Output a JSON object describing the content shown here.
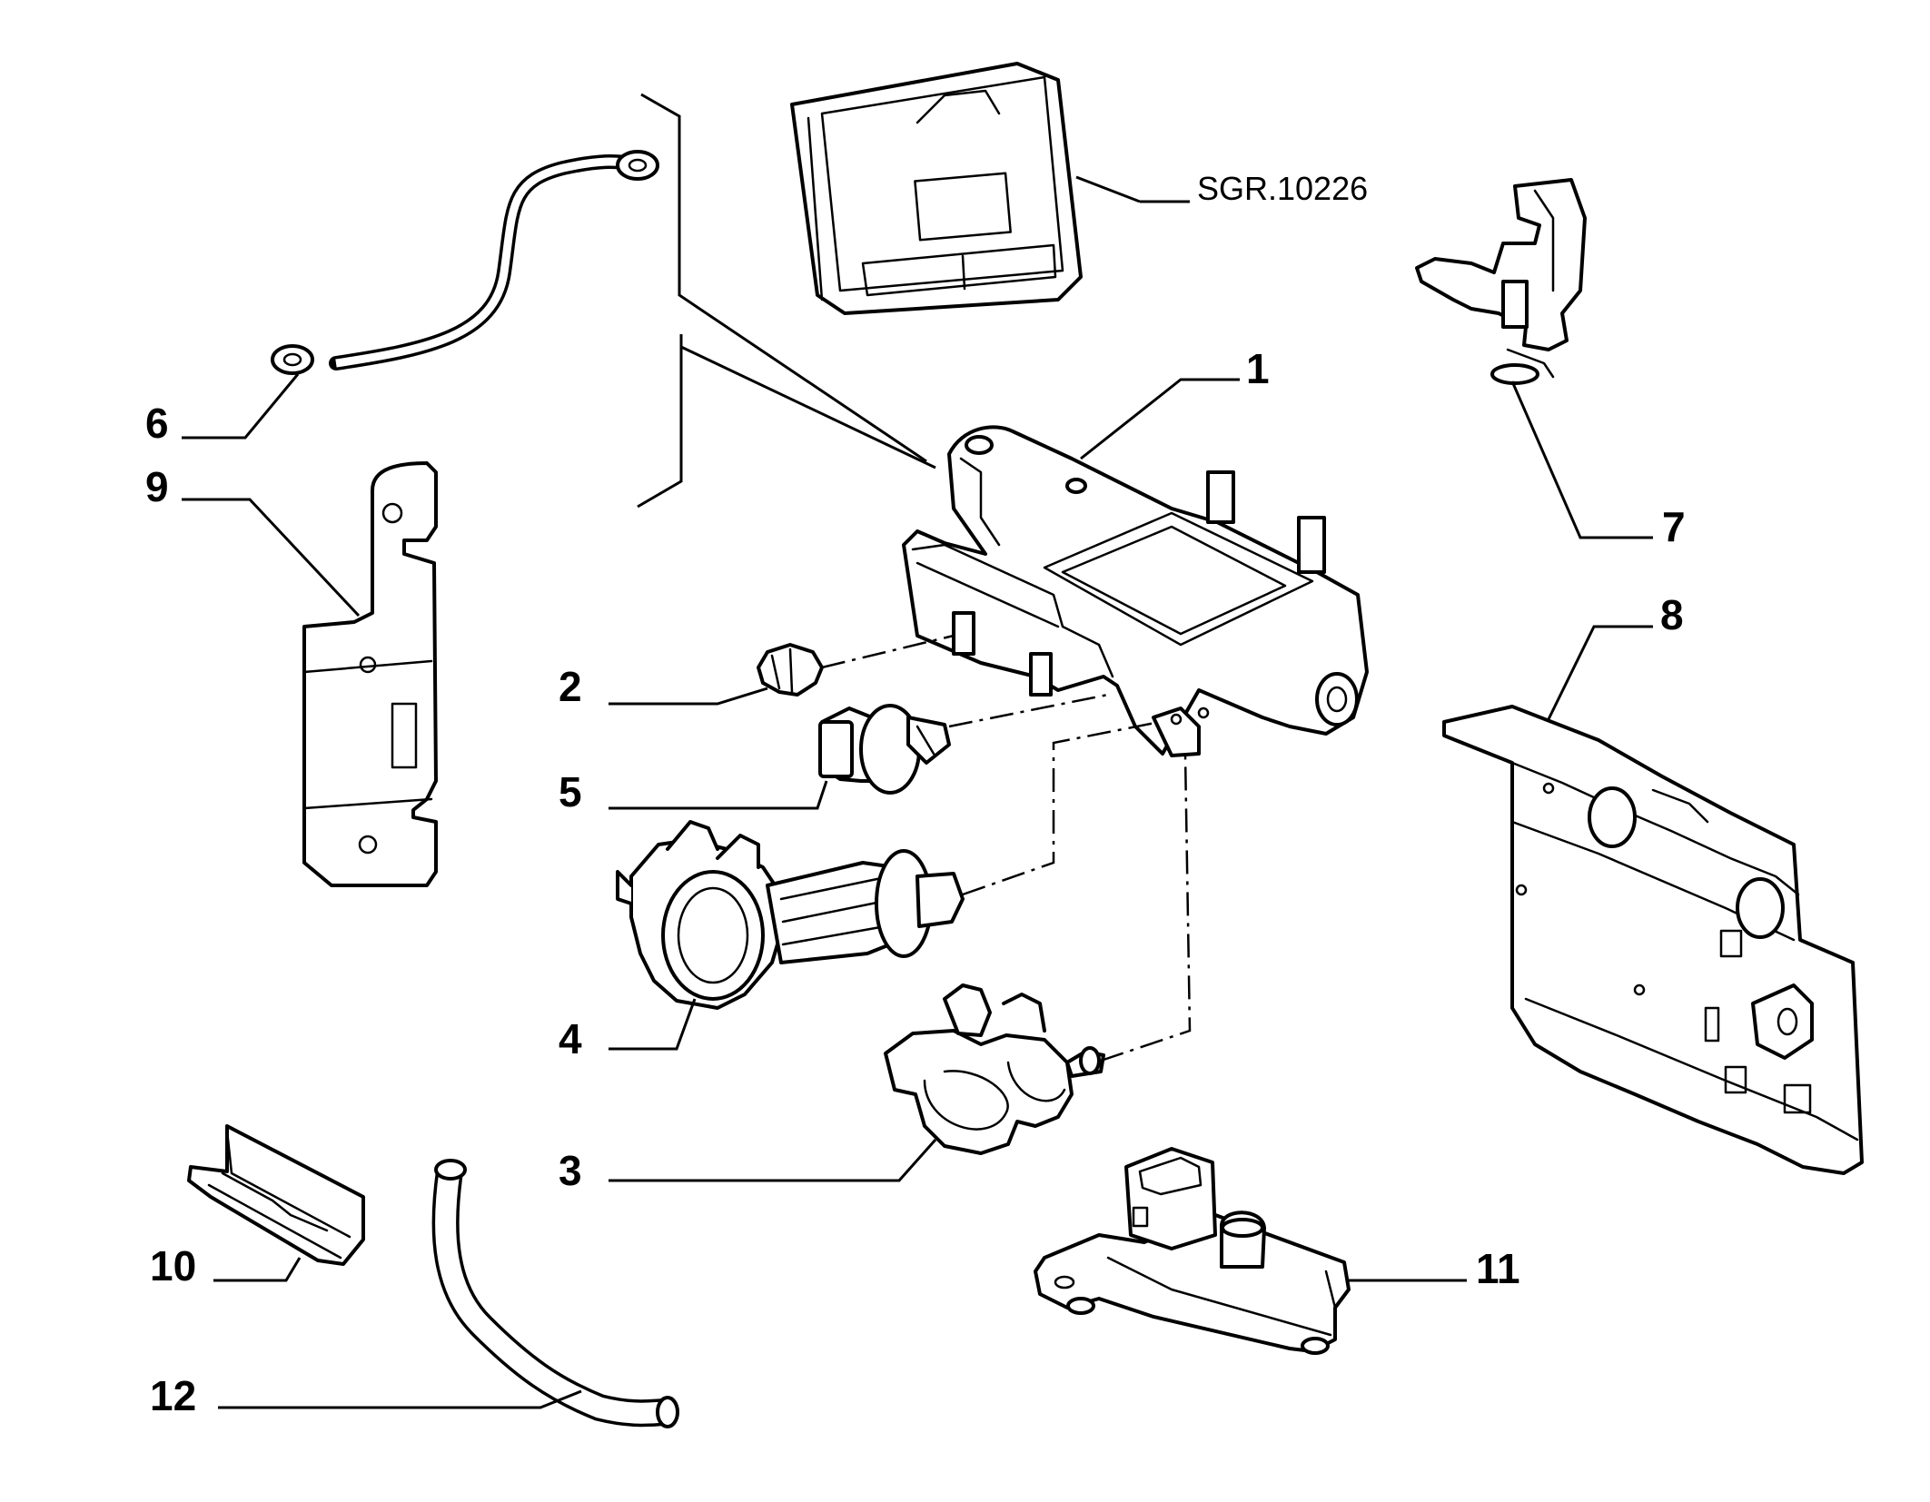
{
  "diagram": {
    "reference_code": "SGR.10226",
    "callouts": [
      {
        "id": "1",
        "label": "1"
      },
      {
        "id": "2",
        "label": "2"
      },
      {
        "id": "3",
        "label": "3"
      },
      {
        "id": "4",
        "label": "4"
      },
      {
        "id": "5",
        "label": "5"
      },
      {
        "id": "6",
        "label": "6"
      },
      {
        "id": "7",
        "label": "7"
      },
      {
        "id": "8",
        "label": "8"
      },
      {
        "id": "9",
        "label": "9"
      },
      {
        "id": "10",
        "label": "10"
      },
      {
        "id": "11",
        "label": "11"
      },
      {
        "id": "12",
        "label": "12"
      }
    ]
  }
}
